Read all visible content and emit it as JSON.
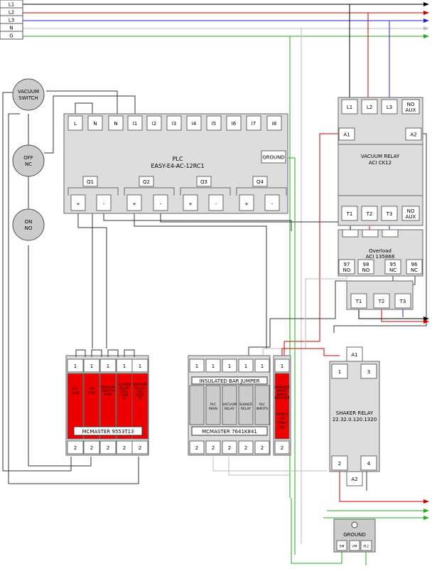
{
  "bus": {
    "lines": [
      {
        "label": "L1",
        "color": "#000000"
      },
      {
        "label": "L2",
        "color": "#cc0000"
      },
      {
        "label": "L3",
        "color": "#2222cc"
      },
      {
        "label": "N",
        "color": "#bbbbbb"
      },
      {
        "label": "G",
        "color": "#22aa22"
      }
    ]
  },
  "switches": {
    "vacuum": [
      "VACUUM",
      "SWITCH"
    ],
    "off": [
      "OFF",
      "NC"
    ],
    "on": [
      "ON",
      "NO"
    ]
  },
  "plc": {
    "title": "PLC",
    "model": "EASY-E4-AC-12RC1",
    "inputs": [
      "L",
      "N",
      "N",
      "I1",
      "I2",
      "I3",
      "I4",
      "I5",
      "I6",
      "I7",
      "I8"
    ],
    "ground": "GROUND",
    "outputs": [
      "Q1",
      "Q2",
      "Q3",
      "Q4"
    ],
    "plus": "+",
    "minus": "-"
  },
  "vacuum_relay": {
    "top_terminals": [
      "L1",
      "L2",
      "L3"
    ],
    "no_aux": [
      "NO",
      "AUX"
    ],
    "a1": "A1",
    "a2": "A2",
    "title": "VACUUM RELAY",
    "model": "ACI CK12",
    "bottom_terminals": [
      "T1",
      "T2",
      "T3"
    ]
  },
  "overload": {
    "title": "Overload",
    "model": "ACI 135868",
    "contacts": [
      [
        "97",
        "NO"
      ],
      [
        "98",
        "NO"
      ],
      [
        "95",
        "NC"
      ],
      [
        "96",
        "NC"
      ]
    ],
    "terminals": [
      "T1",
      "T2",
      "T3"
    ]
  },
  "fuse_block_1": {
    "top": [
      "1",
      "1",
      "1",
      "1",
      "1"
    ],
    "bottom": [
      "2",
      "2",
      "2",
      "2",
      "2"
    ],
    "fuses": [
      [
        "PLC",
        "FUSE"
      ],
      [
        "ON",
        "FUSE"
      ],
      [
        "VACUUM",
        "SWITCH",
        "FUSE"
      ],
      [
        "SHAKER",
        "RELAY",
        "COIL",
        "FUSE",
        "T1"
      ],
      [
        "VACUUM",
        "RELAY",
        "COIL",
        "FUSE",
        "T1"
      ]
    ],
    "model": "MCMASTER 9553T13"
  },
  "fuse_block_2": {
    "top": [
      "1",
      "1",
      "1",
      "1",
      "1"
    ],
    "bottom": [
      "2",
      "2",
      "2",
      "2",
      "2"
    ],
    "jumper": "INSULATED BAR JUMPER",
    "labels": [
      [
        ""
      ],
      [
        "PLC",
        "MAIN"
      ],
      [
        "VACUUM",
        "RELAY"
      ],
      [
        "SHAKER",
        "RELAY"
      ],
      [
        "PLC",
        "INPUTS"
      ]
    ],
    "model": "MCMASTER 7641K841"
  },
  "breaker": {
    "top": "1",
    "bottom": "2",
    "lines": [
      "VARIABLE",
      "SPEED",
      "DRIVE",
      "BREAKER"
    ],
    "model_lines": [
      "MCMAS",
      "TER",
      "5788T",
      "182"
    ]
  },
  "shaker_relay": {
    "a1": "A1",
    "a2": "A2",
    "terminals": [
      "1",
      "3",
      "2",
      "4"
    ],
    "title": "SHAKER RELAY",
    "model": "22.32.0.120.1320"
  },
  "ground_block": {
    "title": "GROUND",
    "terminals": [
      "SM",
      "VM",
      "PLC"
    ]
  }
}
